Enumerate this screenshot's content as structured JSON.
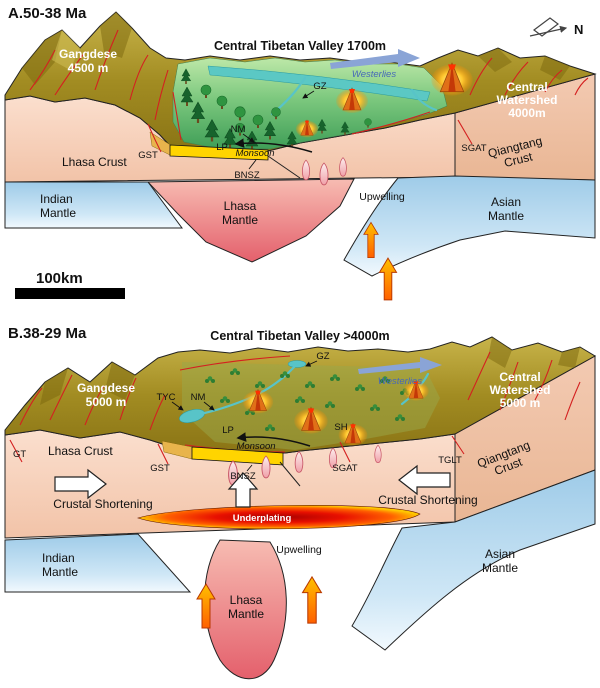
{
  "colors": {
    "mountain_olive": "#a28c22",
    "valley_green": "#4fae62",
    "crust_pink": "#f5cdb8",
    "mantle_blue": "#aed4ec",
    "lhasa_mantle_pink": "#ea7a82",
    "suture_yellow": "#ffd400",
    "fault_red": "#d42020",
    "upwelling_orange": "#ff8a00",
    "westerlies_blue": "#8aa4d6",
    "underplating_red": "#e01000"
  },
  "compass": {
    "label": "N"
  },
  "scale_bar": {
    "label": "100km"
  },
  "panelA": {
    "title": "A.50-38 Ma",
    "valley_title": "Central Tibetan Valley 1700m",
    "gangdese_name": "Gangdese",
    "gangdese_elev": "4500 m",
    "watershed_line1": "Central",
    "watershed_line2": "Watershed",
    "watershed_elev": "4000m",
    "westerlies": "Westerlies",
    "monsoon": "Monsoon",
    "gz": "GZ",
    "nm": "NM",
    "lp": "LP",
    "gst": "GST",
    "sgat": "SGAT",
    "bnsz": "BNSZ",
    "lhasa_crust": "Lhasa Crust",
    "qiangtang_line1": "Qiangtang",
    "qiangtang_line2": "Crust",
    "indian_line1": "Indian",
    "indian_line2": "Mantle",
    "lhasam_line1": "Lhasa",
    "lhasam_line2": "Mantle",
    "asian_line1": "Asian",
    "asian_line2": "Mantle",
    "upwelling": "Upwelling"
  },
  "panelB": {
    "title": "B.38-29 Ma",
    "valley_title": "Central Tibetan Valley >4000m",
    "gangdese_name": "Gangdese",
    "gangdese_elev": "5000 m",
    "watershed_line1": "Central",
    "watershed_line2": "Watershed",
    "watershed_elev": "5000 m",
    "westerlies": "Westerlies",
    "monsoon": "Monsoon",
    "tyc": "TYC",
    "nm": "NM",
    "gz": "GZ",
    "lp": "LP",
    "sh": "SH",
    "gt": "GT",
    "gst": "GST",
    "bnsz": "BNSZ",
    "sgat": "SGAT",
    "tglt": "TGLT",
    "lhasa_crust": "Lhasa Crust",
    "qiangtang_line1": "Qiangtang",
    "qiangtang_line2": "Crust",
    "crustal_shortening_left": "Crustal Shortening",
    "crustal_shortening_right": "Crustal Shortening",
    "underplating": "Underplating",
    "upwelling": "Upwelling",
    "indian_line1": "Indian",
    "indian_line2": "Mantle",
    "lhasam_line1": "Lhasa",
    "lhasam_line2": "Mantle",
    "asian_line1": "Asian",
    "asian_line2": "Mantle"
  }
}
